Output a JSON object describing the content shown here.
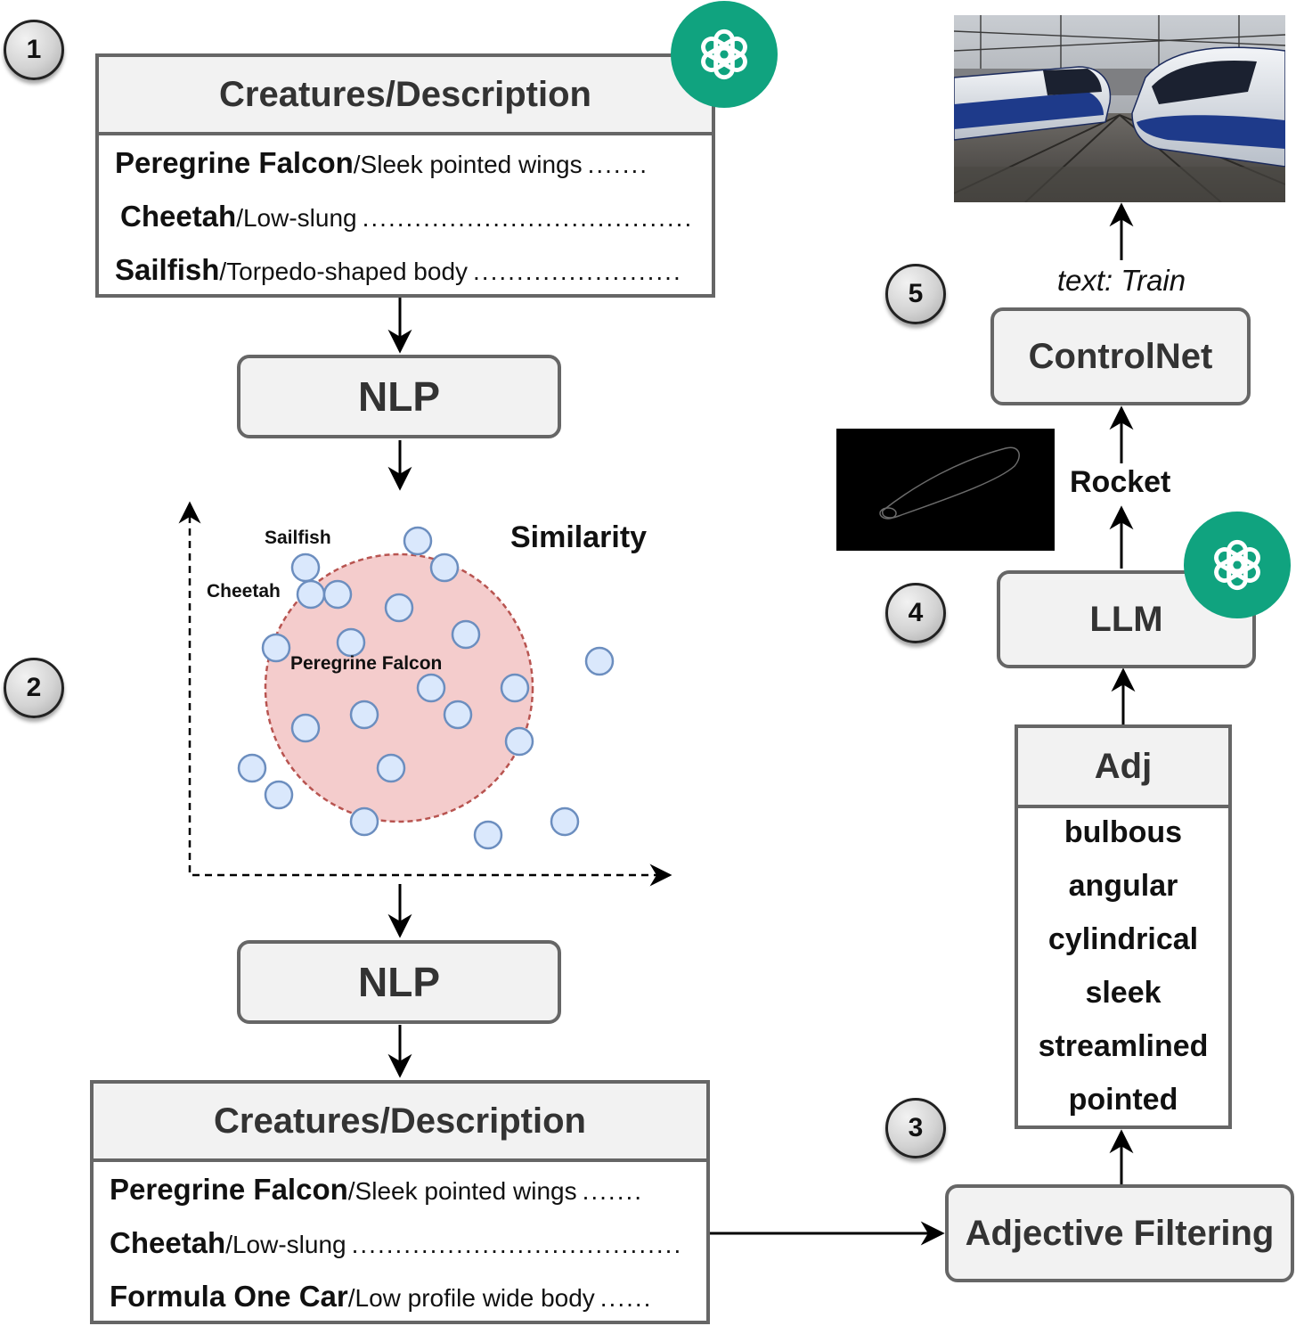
{
  "steps": [
    "1",
    "2",
    "3",
    "4",
    "5"
  ],
  "table_top": {
    "header": "Creatures/Description",
    "rows": [
      {
        "name": "Peregrine Falcon",
        "desc": "/Sleek pointed wings ",
        "dots": "......."
      },
      {
        "name": "Cheetah",
        "desc": "/Low-slung ",
        "dots": "......................................"
      },
      {
        "name": "Sailfish",
        "desc": "/Torpedo-shaped body",
        "dots": "........................"
      }
    ]
  },
  "nlp_top": "NLP",
  "scatter": {
    "title": "Similarity",
    "labels": {
      "sailfish": "Sailfish",
      "cheetah": "Cheetah",
      "falcon": "Peregrine Falcon"
    }
  },
  "nlp_bottom": "NLP",
  "table_bottom": {
    "header": "Creatures/Description",
    "rows": [
      {
        "name": "Peregrine Falcon",
        "desc": "/Sleek pointed wings ",
        "dots": "......."
      },
      {
        "name": "Cheetah",
        "desc": "/Low-slung ",
        "dots": "......................................"
      },
      {
        "name": "Formula One Car",
        "desc": "/Low profile wide body",
        "dots": "......"
      }
    ]
  },
  "adjective_filtering": "Adjective Filtering",
  "adj_table": {
    "header": "Adj",
    "items": [
      "bulbous",
      "angular",
      "cylindrical",
      "sleek",
      "streamlined",
      "pointed"
    ]
  },
  "llm": "LLM",
  "rocket": "Rocket",
  "controlnet": "ControlNet",
  "prompt": "text: Train",
  "colors": {
    "gpt_green": "#10a37f",
    "circle_fill": "#f4cccc",
    "circle_stroke": "#b85450",
    "dot_fill": "#dae8fc",
    "dot_stroke": "#6c8ebf",
    "box_fill": "#f2f2f2",
    "box_stroke": "#666666"
  },
  "icons": [
    "openai-logo-icon",
    "rocket-sketch-image",
    "train-photo-image"
  ]
}
